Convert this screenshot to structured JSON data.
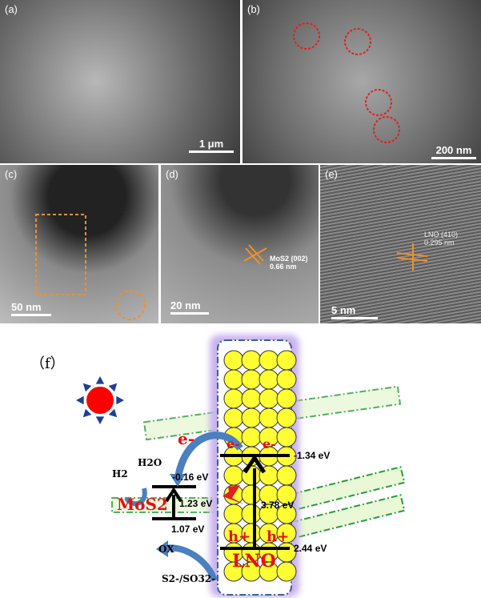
{
  "panels": {
    "a": {
      "label": "(a)",
      "scale": "1 μm"
    },
    "b": {
      "label": "(b)",
      "scale": "200 nm"
    },
    "c": {
      "label": "(c)",
      "scale": "50 nm"
    },
    "d": {
      "label": "(d)",
      "scale": "20 nm",
      "annotation_line1": "MoS2 (002)",
      "annotation_line2": "0.66 nm"
    },
    "e": {
      "label": "(e)",
      "scale": "5 nm",
      "annotation_line1": "LNO (410)",
      "annotation_line2": "0.295 nm"
    }
  },
  "diagram": {
    "label": "（f）",
    "electron": "e-",
    "hole": "h+",
    "h2o": "H2O",
    "h2": "H2",
    "ox": "OX",
    "sulfide": "S2-/SO32-",
    "mos2": "MoS2",
    "lno": "LNO",
    "mos2_cb": "-0.16 eV",
    "mos2_gap": "1.23 eV",
    "mos2_vb": "1.07 eV",
    "lno_cb": "-1.34 eV",
    "lno_gap": "3.78 eV",
    "lno_vb": "2.44 eV"
  }
}
